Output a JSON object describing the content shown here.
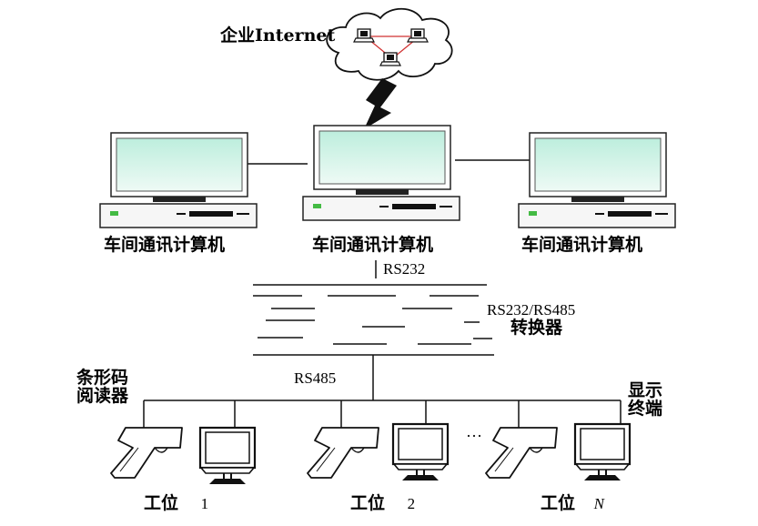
{
  "cloud": {
    "label": "企业Internet"
  },
  "computers": [
    {
      "label": "车间通讯计算机"
    },
    {
      "label": "车间通讯计算机"
    },
    {
      "label": "车间通讯计算机"
    }
  ],
  "bus_upper": {
    "label": "RS232"
  },
  "converter": {
    "line1": "RS232/RS485",
    "line2": "转换器"
  },
  "bus_lower": {
    "label": "RS485"
  },
  "devices": {
    "barcode_line1": "条形码",
    "barcode_line2": "阅读器",
    "display_line1": "显示",
    "display_line2": "终端",
    "ellipsis": "···"
  },
  "stations": [
    {
      "prefix": "工位",
      "num": "1"
    },
    {
      "prefix": "工位",
      "num": "2"
    },
    {
      "prefix": "工位",
      "num": "N"
    }
  ]
}
